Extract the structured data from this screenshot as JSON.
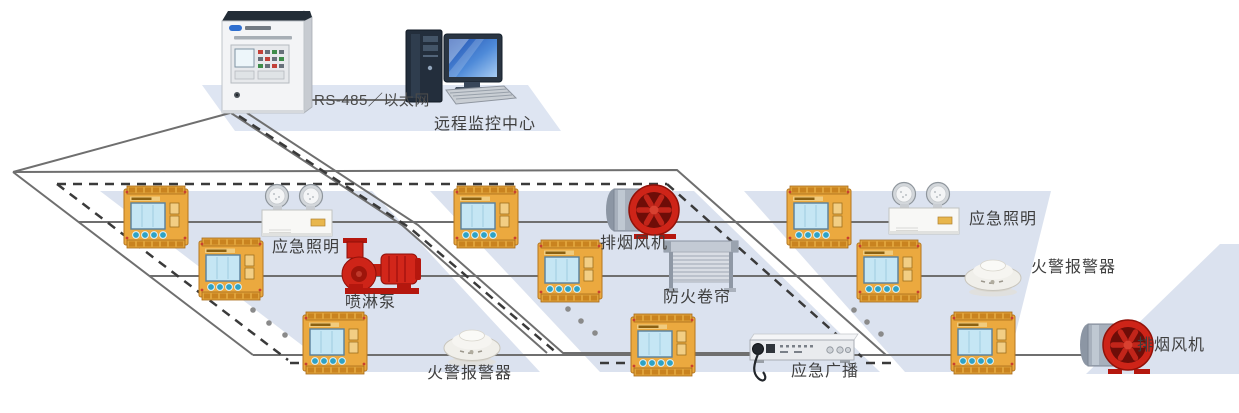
{
  "header": {
    "bus_label": "RS-485／以太网",
    "monitoring_center_label": "远程监控中心"
  },
  "zones": [
    {
      "name": "zone-1",
      "rows": [
        {
          "device": "emergency-light",
          "label": "应急照明"
        },
        {
          "device": "sprinkler-pump",
          "label": "喷淋泵"
        },
        {
          "device": "fire-alarm-detector",
          "label": "火警报警器"
        }
      ]
    },
    {
      "name": "zone-2",
      "rows": [
        {
          "device": "smoke-exhaust-fan",
          "label": "排烟风机"
        },
        {
          "device": "fire-shutter",
          "label": "防火卷帘"
        },
        {
          "device": "emergency-broadcast",
          "label": "应急广播"
        }
      ]
    },
    {
      "name": "zone-3",
      "rows": [
        {
          "device": "emergency-light",
          "label": "应急照明"
        },
        {
          "device": "fire-alarm-detector",
          "label": "火警报警器"
        },
        {
          "device": "smoke-exhaust-fan",
          "label": "排烟风机"
        }
      ]
    }
  ],
  "colors": {
    "floor_band": "#DBE2EF",
    "bus_line": "#6F6F6F",
    "signal_dashed_line": "#3A3A3A",
    "controller_body": "#EBA93F",
    "device_red": "#CE2418"
  }
}
